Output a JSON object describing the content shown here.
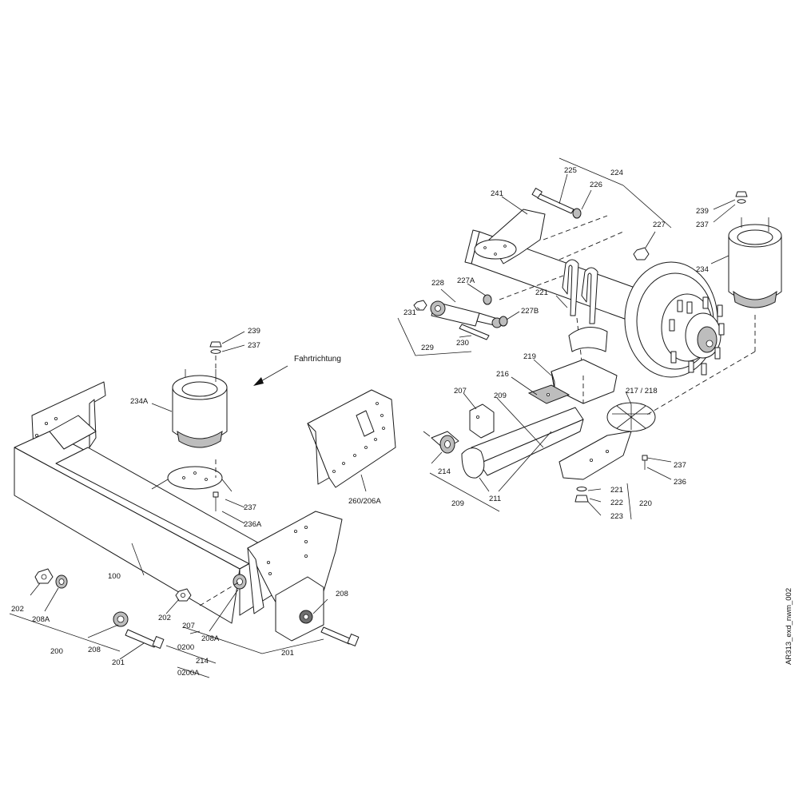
{
  "diagram": {
    "direction_note": "Fahrtrichtung",
    "drawing_id": "AR313_exd_nwm_002",
    "labels": {
      "l100": "100",
      "l200": "200",
      "l201a": "201",
      "l201b": "201",
      "l202a": "202",
      "l202b": "202",
      "l207a": "207",
      "l207b": "207",
      "l208a": "208",
      "l208b": "208",
      "l208Aa": "208A",
      "l208Ab": "208A",
      "l209a": "209",
      "l209b": "209",
      "l211": "211",
      "l214a": "214",
      "l214b": "214",
      "l216": "216",
      "l217": "217 / 218",
      "l219": "219",
      "l220": "220",
      "l221a": "221",
      "l221b": "221",
      "l222": "222",
      "l223": "223",
      "l224": "224",
      "l225": "225",
      "l226": "226",
      "l227": "227",
      "l227A": "227A",
      "l227B": "227B",
      "l228": "228",
      "l229": "229",
      "l230": "230",
      "l231": "231",
      "l234": "234",
      "l234A": "234A",
      "l236": "236",
      "l236A": "236A",
      "l237a": "237",
      "l237b": "237",
      "l237c": "237",
      "l237d": "237",
      "l239a": "239",
      "l239b": "239",
      "l241": "241",
      "l0200": "0200",
      "l0200A": "0200A",
      "l260": "260/206A"
    }
  }
}
